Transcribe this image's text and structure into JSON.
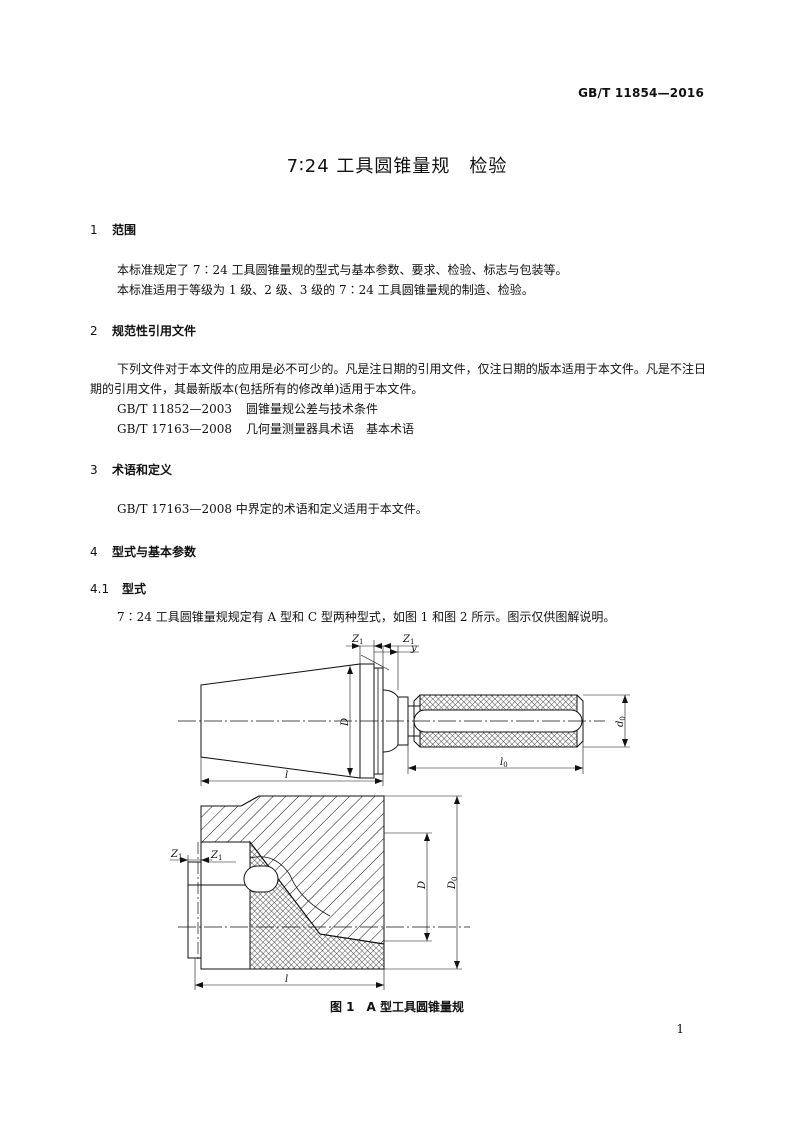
{
  "header": {
    "std_code": "GB/T 11854—2016"
  },
  "title": "7∶24 工具圆锥量规　检验",
  "sections": [
    {
      "num": "1",
      "title": "范围"
    },
    {
      "num": "2",
      "title": "规范性引用文件"
    },
    {
      "num": "3",
      "title": "术语和定义"
    },
    {
      "num": "4",
      "title": "型式与基本参数"
    },
    {
      "num": "4.1",
      "title": "型式"
    }
  ],
  "s1": {
    "p1": "本标准规定了 7∶24 工具圆锥量规的型式与基本参数、要求、检验、标志与包装等。",
    "p2": "本标准适用于等级为 1 级、2 级、3 级的 7∶24 工具圆锥量规的制造、检验。"
  },
  "s2": {
    "p1": "下列文件对于本文件的应用是必不可少的。凡是注日期的引用文件，仅注日期的版本适用于本文件。凡是不注日期的引用文件，其最新版本(包括所有的修改单)适用于本文件。",
    "refs": [
      {
        "code": "GB/T 11852—2003",
        "name": "圆锥量规公差与技术条件"
      },
      {
        "code": "GB/T 17163—2008",
        "name": "几何量测量器具术语　基本术语"
      }
    ]
  },
  "s3": {
    "p1": "GB/T 17163—2008 中界定的术语和定义适用于本文件。"
  },
  "s41": {
    "p1": "7∶24 工具圆锥量规规定有 A 型和 C 型两种型式，如图 1 和图 2 所示。图示仅供图解说明。"
  },
  "figure": {
    "labels": {
      "z1": "Z",
      "z1_sub": "1",
      "y": "y",
      "D": "D",
      "D0": "D",
      "D0_sub": "0",
      "d0": "d",
      "d0_sub": "0",
      "l": "l",
      "l0": "l",
      "l0_sub": "0"
    },
    "caption": "图 1　A 型工具圆锥量规"
  },
  "page_number": "1"
}
